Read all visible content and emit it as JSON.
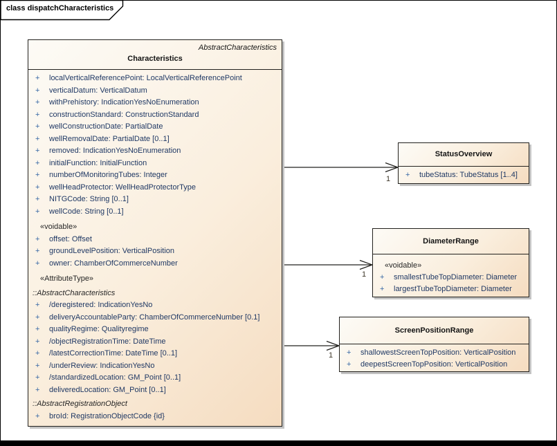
{
  "frame": {
    "title": "class dispatchCharacteristics"
  },
  "colors": {
    "box_fill_light": "#fdfbf6",
    "box_fill_dark": "#f5dcc0",
    "box_border": "#21201d",
    "box_shadow": "#c3c3c3",
    "attribute_text": "#1f3864",
    "visibility_marker": "#3465a4",
    "label_text": "#262626",
    "frame_border": "#000000"
  },
  "classes": [
    {
      "name": "Characteristics",
      "stereotype_note": "AbstractCharacteristics",
      "rows": [
        {
          "vis": "+",
          "text": "localVerticalReferencePoint: LocalVerticalReferencePoint"
        },
        {
          "vis": "+",
          "text": "verticalDatum: VerticalDatum"
        },
        {
          "vis": "+",
          "text": "withPrehistory: IndicationYesNoEnumeration"
        },
        {
          "vis": "+",
          "text": "constructionStandard: ConstructionStandard"
        },
        {
          "vis": "+",
          "text": "wellConstructionDate: PartialDate"
        },
        {
          "vis": "+",
          "text": "wellRemovalDate: PartialDate [0..1]"
        },
        {
          "vis": "+",
          "text": "removed: IndicationYesNoEnumeration"
        },
        {
          "vis": "+",
          "text": "initialFunction: InitialFunction"
        },
        {
          "vis": "+",
          "text": "numberOfMonitoringTubes: Integer"
        },
        {
          "vis": "+",
          "text": "wellHeadProtector: WellHeadProtectorType"
        },
        {
          "vis": "+",
          "text": "NITGCode: String [0..1]"
        },
        {
          "vis": "+",
          "text": "wellCode: String [0..1]"
        },
        {
          "text": "«voidable»"
        },
        {
          "vis": "+",
          "text": "offset: Offset"
        },
        {
          "vis": "+",
          "text": "groundLevelPosition: VerticalPosition"
        },
        {
          "vis": "+",
          "text": "owner: ChamberOfCommerceNumber"
        },
        {
          "text": "«AttributeType»"
        },
        {
          "text": "::AbstractCharacteristics"
        },
        {
          "vis": "+",
          "text": "/deregistered: IndicationYesNo"
        },
        {
          "vis": "+",
          "text": "deliveryAccountableParty: ChamberOfCommerceNumber [0.1]"
        },
        {
          "vis": "+",
          "text": "qualityRegime: Qualityregime"
        },
        {
          "vis": "+",
          "text": "/objectRegistrationTime: DateTime"
        },
        {
          "vis": "+",
          "text": "/latestCorrectionTime: DateTime [0..1]"
        },
        {
          "vis": "+",
          "text": "/underReview: IndicationYesNo"
        },
        {
          "vis": "+",
          "text": "/standardizedLocation: GM_Point [0..1]"
        },
        {
          "vis": "+",
          "text": "deliveredLocation: GM_Point [0..1]"
        },
        {
          "text": "::AbstractRegistrationObject"
        },
        {
          "vis": "+",
          "text": "broId: RegistrationObjectCode {id}"
        }
      ]
    },
    {
      "name": "StatusOverview",
      "rows": [
        {
          "vis": "+",
          "text": "tubeStatus: TubeStatus [1..4]"
        }
      ]
    },
    {
      "name": "DiameterRange",
      "rows": [
        {
          "text": "«voidable»"
        },
        {
          "vis": "+",
          "text": "smallestTubeTopDiameter: Diameter"
        },
        {
          "vis": "+",
          "text": "largestTubeTopDiameter: Diameter"
        }
      ]
    },
    {
      "name": "ScreenPositionRange",
      "rows": [
        {
          "vis": "+",
          "text": "shallowestScreenTopPosition: VerticalPosition"
        },
        {
          "vis": "+",
          "text": "deepestScreenTopPosition: VerticalPosition"
        }
      ]
    }
  ],
  "connectors": [
    {
      "target": "StatusOverview",
      "target_multiplicity": "1"
    },
    {
      "target": "DiameterRange",
      "target_multiplicity": "1"
    },
    {
      "target": "ScreenPositionRange",
      "target_multiplicity": "1"
    }
  ]
}
